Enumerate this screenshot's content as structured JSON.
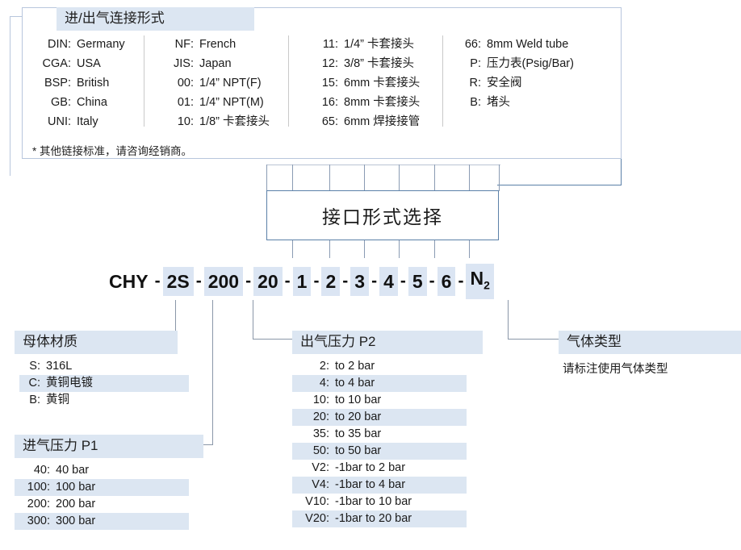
{
  "colors": {
    "band": "#dce6f2",
    "box_border": "#5b80a8",
    "leader": "#8a97a8",
    "top_box_border": "#b8c6dd"
  },
  "connection_type": {
    "title": "进/出气连接形式",
    "note": "* 其他链接标准，请咨询经销商。",
    "columns": [
      [
        {
          "code": "DIN:",
          "desc": "Germany"
        },
        {
          "code": "CGA:",
          "desc": "USA"
        },
        {
          "code": "BSP:",
          "desc": "British"
        },
        {
          "code": "GB:",
          "desc": "China"
        },
        {
          "code": "UNI:",
          "desc": "Italy"
        }
      ],
      [
        {
          "code": "NF:",
          "desc": "French"
        },
        {
          "code": "JIS:",
          "desc": "Japan"
        },
        {
          "code": "00:",
          "desc": "1/4” NPT(F)"
        },
        {
          "code": "01:",
          "desc": "1/4” NPT(M)"
        },
        {
          "code": "10:",
          "desc": "1/8” 卡套接头"
        }
      ],
      [
        {
          "code": "11:",
          "desc": "1/4” 卡套接头"
        },
        {
          "code": "12:",
          "desc": "3/8” 卡套接头"
        },
        {
          "code": "15:",
          "desc": "6mm 卡套接头"
        },
        {
          "code": "16:",
          "desc": "8mm 卡套接头"
        },
        {
          "code": "65:",
          "desc": "6mm 焊接接管"
        }
      ],
      [
        {
          "code": "66:",
          "desc": "8mm Weld tube"
        },
        {
          "code": "P:",
          "desc": "压力表(Psig/Bar)"
        },
        {
          "code": "R:",
          "desc": "安全阀"
        },
        {
          "code": "B:",
          "desc": "堵头"
        }
      ]
    ]
  },
  "center_box": {
    "label": "接口形式选择"
  },
  "part_number": {
    "tokens": [
      {
        "text": "CHY",
        "highlight": false
      },
      {
        "text": "-",
        "sep": true
      },
      {
        "text": "2S",
        "highlight": true
      },
      {
        "text": "-",
        "sep": true
      },
      {
        "text": "200",
        "highlight": true
      },
      {
        "text": "-",
        "sep": true
      },
      {
        "text": "20",
        "highlight": true
      },
      {
        "text": "-",
        "sep": true
      },
      {
        "text": "1",
        "highlight": true
      },
      {
        "text": "-",
        "sep": true
      },
      {
        "text": "2",
        "highlight": true
      },
      {
        "text": "-",
        "sep": true
      },
      {
        "text": "3",
        "highlight": true
      },
      {
        "text": "-",
        "sep": true
      },
      {
        "text": "4",
        "highlight": true
      },
      {
        "text": "-",
        "sep": true
      },
      {
        "text": "5",
        "highlight": true
      },
      {
        "text": "-",
        "sep": true
      },
      {
        "text": "6",
        "highlight": true
      },
      {
        "text": "-",
        "sep": true
      },
      {
        "text": "N2",
        "highlight": true,
        "subscript": "2",
        "base": "N"
      }
    ],
    "full": "CHY - 2S -200- 20 - 1 - 2 - 3 - 4 - 5 - 6 - N2"
  },
  "body_material": {
    "title": "母体材质",
    "items": [
      {
        "code": "S:",
        "desc": "316L",
        "highlight": false
      },
      {
        "code": "C:",
        "desc": "黄铜电镀",
        "highlight": true
      },
      {
        "code": "B:",
        "desc": "黄铜",
        "highlight": false
      }
    ]
  },
  "inlet_pressure": {
    "title": "进气压力 P1",
    "items": [
      {
        "code": "40:",
        "desc": "40 bar",
        "highlight": false
      },
      {
        "code": "100:",
        "desc": "100 bar",
        "highlight": true
      },
      {
        "code": "200:",
        "desc": "200 bar",
        "highlight": false
      },
      {
        "code": "300:",
        "desc": "300 bar",
        "highlight": true
      }
    ]
  },
  "outlet_pressure": {
    "title": "出气压力 P2",
    "items": [
      {
        "code": "2:",
        "desc": "to 2 bar",
        "highlight": false
      },
      {
        "code": "4:",
        "desc": "to 4 bar",
        "highlight": true
      },
      {
        "code": "10:",
        "desc": "to 10 bar",
        "highlight": false
      },
      {
        "code": "20:",
        "desc": "to 20 bar",
        "highlight": true
      },
      {
        "code": "35:",
        "desc": "to 35 bar",
        "highlight": false
      },
      {
        "code": "50:",
        "desc": "to 50 bar",
        "highlight": true
      },
      {
        "code": "V2:",
        "desc": "-1bar to 2 bar",
        "highlight": false
      },
      {
        "code": "V4:",
        "desc": "-1bar to 4 bar",
        "highlight": true
      },
      {
        "code": "V10:",
        "desc": "-1bar to 10 bar",
        "highlight": false
      },
      {
        "code": "V20:",
        "desc": "-1bar to 20 bar",
        "highlight": true
      }
    ]
  },
  "gas_type": {
    "title": "气体类型",
    "note": "请标注使用气体类型"
  }
}
